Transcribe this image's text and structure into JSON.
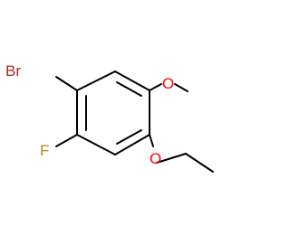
{
  "molecule": {
    "atoms": {
      "br": {
        "symbol": "Br",
        "color": "#a52a2a"
      },
      "f": {
        "symbol": "F",
        "color": "#b8860b"
      },
      "o_methoxy": {
        "symbol": "O",
        "color": "#ff0000"
      },
      "o_ethoxy": {
        "symbol": "O",
        "color": "#ff0000"
      }
    },
    "bond_color": "#000000"
  }
}
